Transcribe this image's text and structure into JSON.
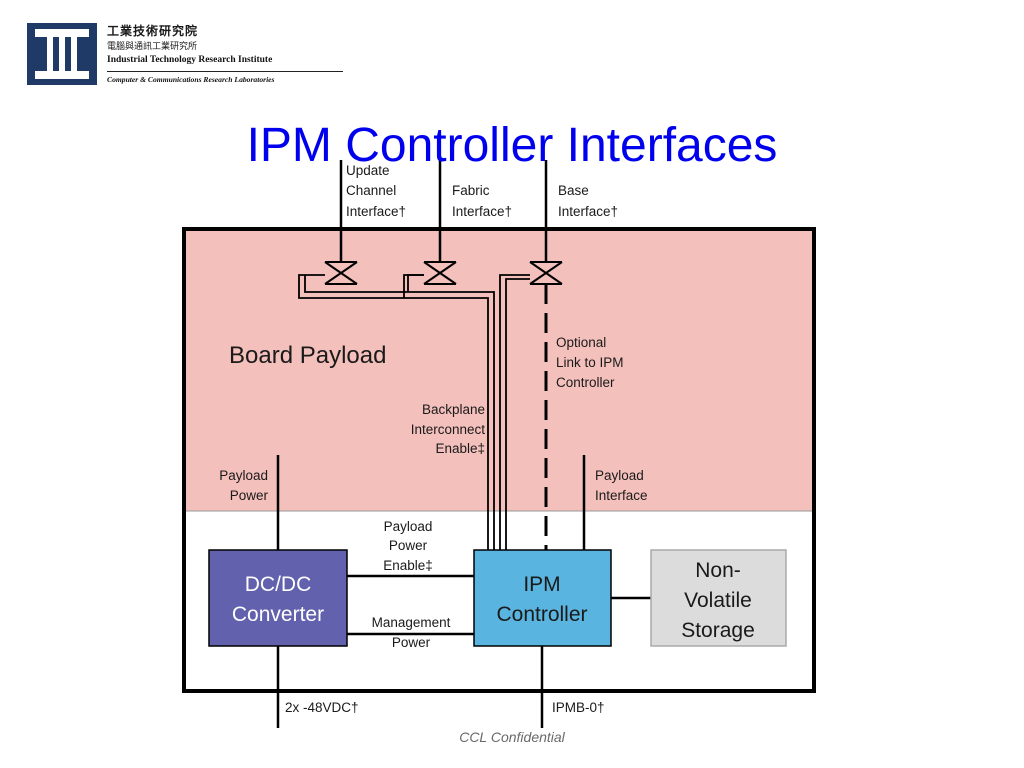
{
  "logo": {
    "title_zh": "工業技術研究院",
    "subtitle_zh": "電腦與通訊工業研究所",
    "name_en": "Industrial Technology Research Institute",
    "lab_en": "Computer & Communications Research Laboratories"
  },
  "slide": {
    "title": "IPM Controller Interfaces",
    "footer": "CCL Confidential"
  },
  "diagram": {
    "interfaces": {
      "update": [
        "Update",
        "Channel",
        "Interface†"
      ],
      "fabric": [
        "Fabric",
        "Interface†"
      ],
      "base": [
        "Base",
        "Interface†"
      ]
    },
    "board_payload": "Board Payload",
    "optional_link": [
      "Optional",
      "Link to IPM",
      "Controller"
    ],
    "backplane_enable": [
      "Backplane",
      "Interconnect",
      "Enable‡"
    ],
    "payload_power": [
      "Payload",
      "Power"
    ],
    "payload_interface": [
      "Payload",
      "Interface"
    ],
    "payload_power_enable": [
      "Payload",
      "Power",
      "Enable‡"
    ],
    "management_power": [
      "Management",
      "Power"
    ],
    "dcdc": [
      "DC/DC",
      "Converter"
    ],
    "ipm": [
      "IPM",
      "Controller"
    ],
    "storage": [
      "Non-",
      "Volatile",
      "Storage"
    ],
    "bottom_left": "2x -48VDC†",
    "bottom_right": "IPMB-0†",
    "colors": {
      "payload_area": "#f4c0bc",
      "dcdc_fill": "#6161ad",
      "ipm_fill": "#5ab4e0",
      "storage_fill": "#dcdcdc",
      "title": "#0000ee"
    }
  }
}
